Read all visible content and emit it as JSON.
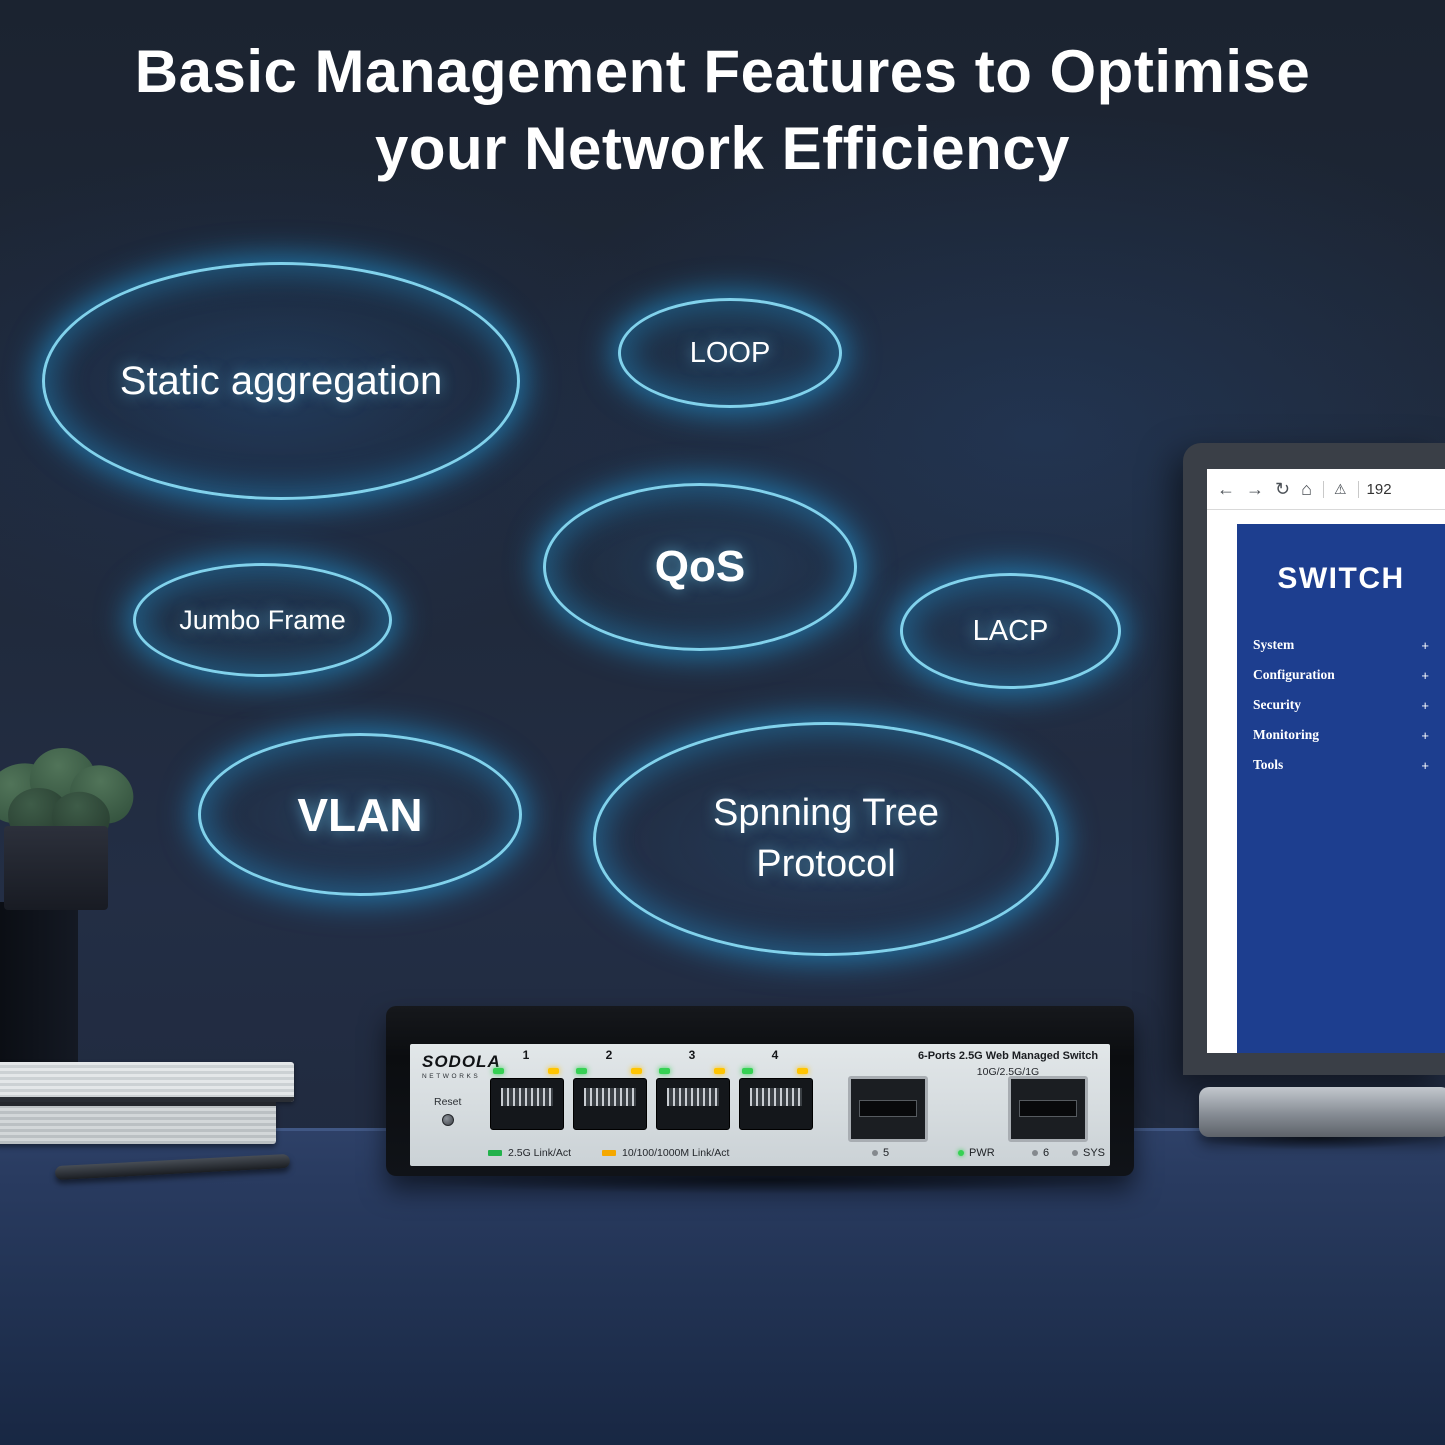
{
  "title": {
    "line1": "Basic Management Features to Optimise",
    "line2": "your Network Efficiency"
  },
  "features": [
    {
      "label": "Static aggregation"
    },
    {
      "label": "LOOP"
    },
    {
      "label": "QoS"
    },
    {
      "label": "Jumbo Frame"
    },
    {
      "label": "LACP"
    },
    {
      "label": "VLAN"
    },
    {
      "label": "Spnning Tree Protocol"
    }
  ],
  "laptop": {
    "browser": {
      "back": "←",
      "forward": "→",
      "reload": "↻",
      "home": "⌂",
      "warning": "⚠",
      "url": "192"
    },
    "page": {
      "title": "SWITCH",
      "menu": [
        {
          "label": "System",
          "suffix": "+"
        },
        {
          "label": "Configuration",
          "suffix": "+"
        },
        {
          "label": "Security",
          "suffix": "+"
        },
        {
          "label": "Monitoring",
          "suffix": "+"
        },
        {
          "label": "Tools",
          "suffix": "+"
        }
      ]
    }
  },
  "device": {
    "brand": "SODOLA",
    "brand_sub": "NETWORKS",
    "reset": "Reset",
    "ports": [
      "1",
      "2",
      "3",
      "4"
    ],
    "sfp": [
      "5",
      "6"
    ],
    "model": "6-Ports 2.5G Web Managed Switch",
    "uplink": "10G/2.5G/1G",
    "legend": [
      {
        "color": "#22b24c",
        "label": "2.5G Link/Act"
      },
      {
        "color": "#f5a800",
        "label": "10/100/1000M Link/Act"
      }
    ],
    "status": [
      {
        "label": "PWR"
      },
      {
        "label": "SYS"
      }
    ]
  },
  "colors": {
    "glow": "#35c8ff",
    "page_blue": "#1d3e8f",
    "led_green": "#35d153",
    "led_yellow": "#ffc400",
    "background": "#202a3c",
    "desk": "#293b60"
  }
}
